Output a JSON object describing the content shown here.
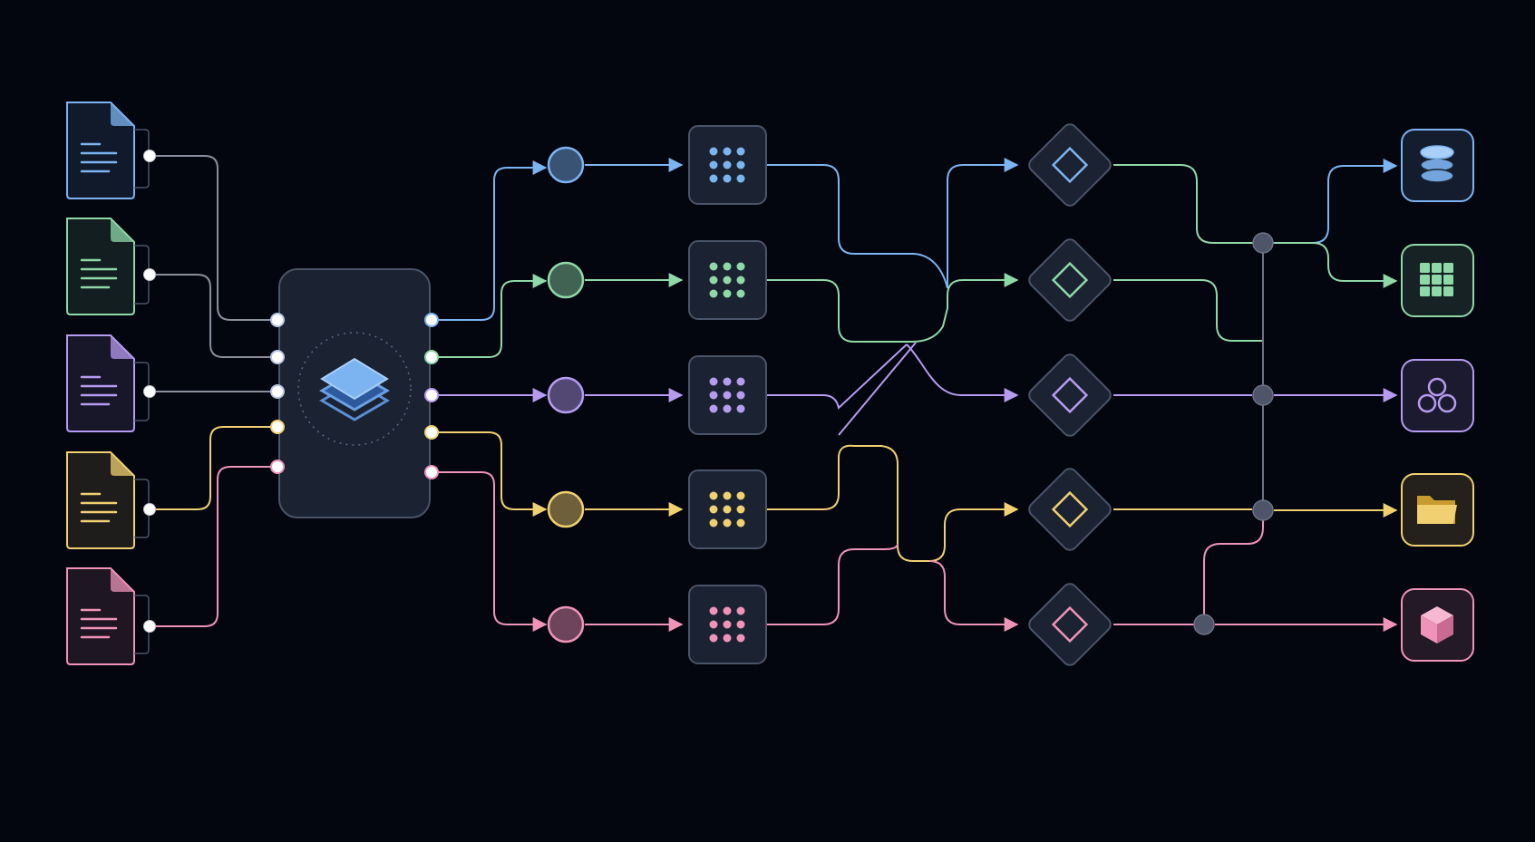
{
  "palette": {
    "background": "#03050f",
    "node_fill": "#1b2231",
    "node_stroke": "#4a5468",
    "neutral_line": "#8a8f9c",
    "junction": "#4e5568",
    "blue": "#7cb4f2",
    "green": "#8fd8a8",
    "purple": "#b69cf0",
    "yellow": "#f0d070",
    "pink": "#ef93b8"
  },
  "lanes": [
    {
      "id": "lane-1",
      "color": "blue",
      "source_icon": "document-icon",
      "transform_icon": "grid-dots-icon",
      "decision_icon": "diamond-icon",
      "output_icon": "database-icon"
    },
    {
      "id": "lane-2",
      "color": "green",
      "source_icon": "document-icon",
      "transform_icon": "grid-dots-icon",
      "decision_icon": "diamond-icon",
      "output_icon": "table-icon"
    },
    {
      "id": "lane-3",
      "color": "purple",
      "source_icon": "document-icon",
      "transform_icon": "grid-dots-icon",
      "decision_icon": "diamond-icon",
      "output_icon": "cluster-icon"
    },
    {
      "id": "lane-4",
      "color": "yellow",
      "source_icon": "document-icon",
      "transform_icon": "grid-dots-icon",
      "decision_icon": "diamond-icon",
      "output_icon": "folder-icon"
    },
    {
      "id": "lane-5",
      "color": "pink",
      "source_icon": "document-icon",
      "transform_icon": "grid-dots-icon",
      "decision_icon": "diamond-icon",
      "output_icon": "cube-icon"
    }
  ],
  "hub": {
    "icon": "layers-icon"
  },
  "junction_icon": "merge-junction-icon"
}
